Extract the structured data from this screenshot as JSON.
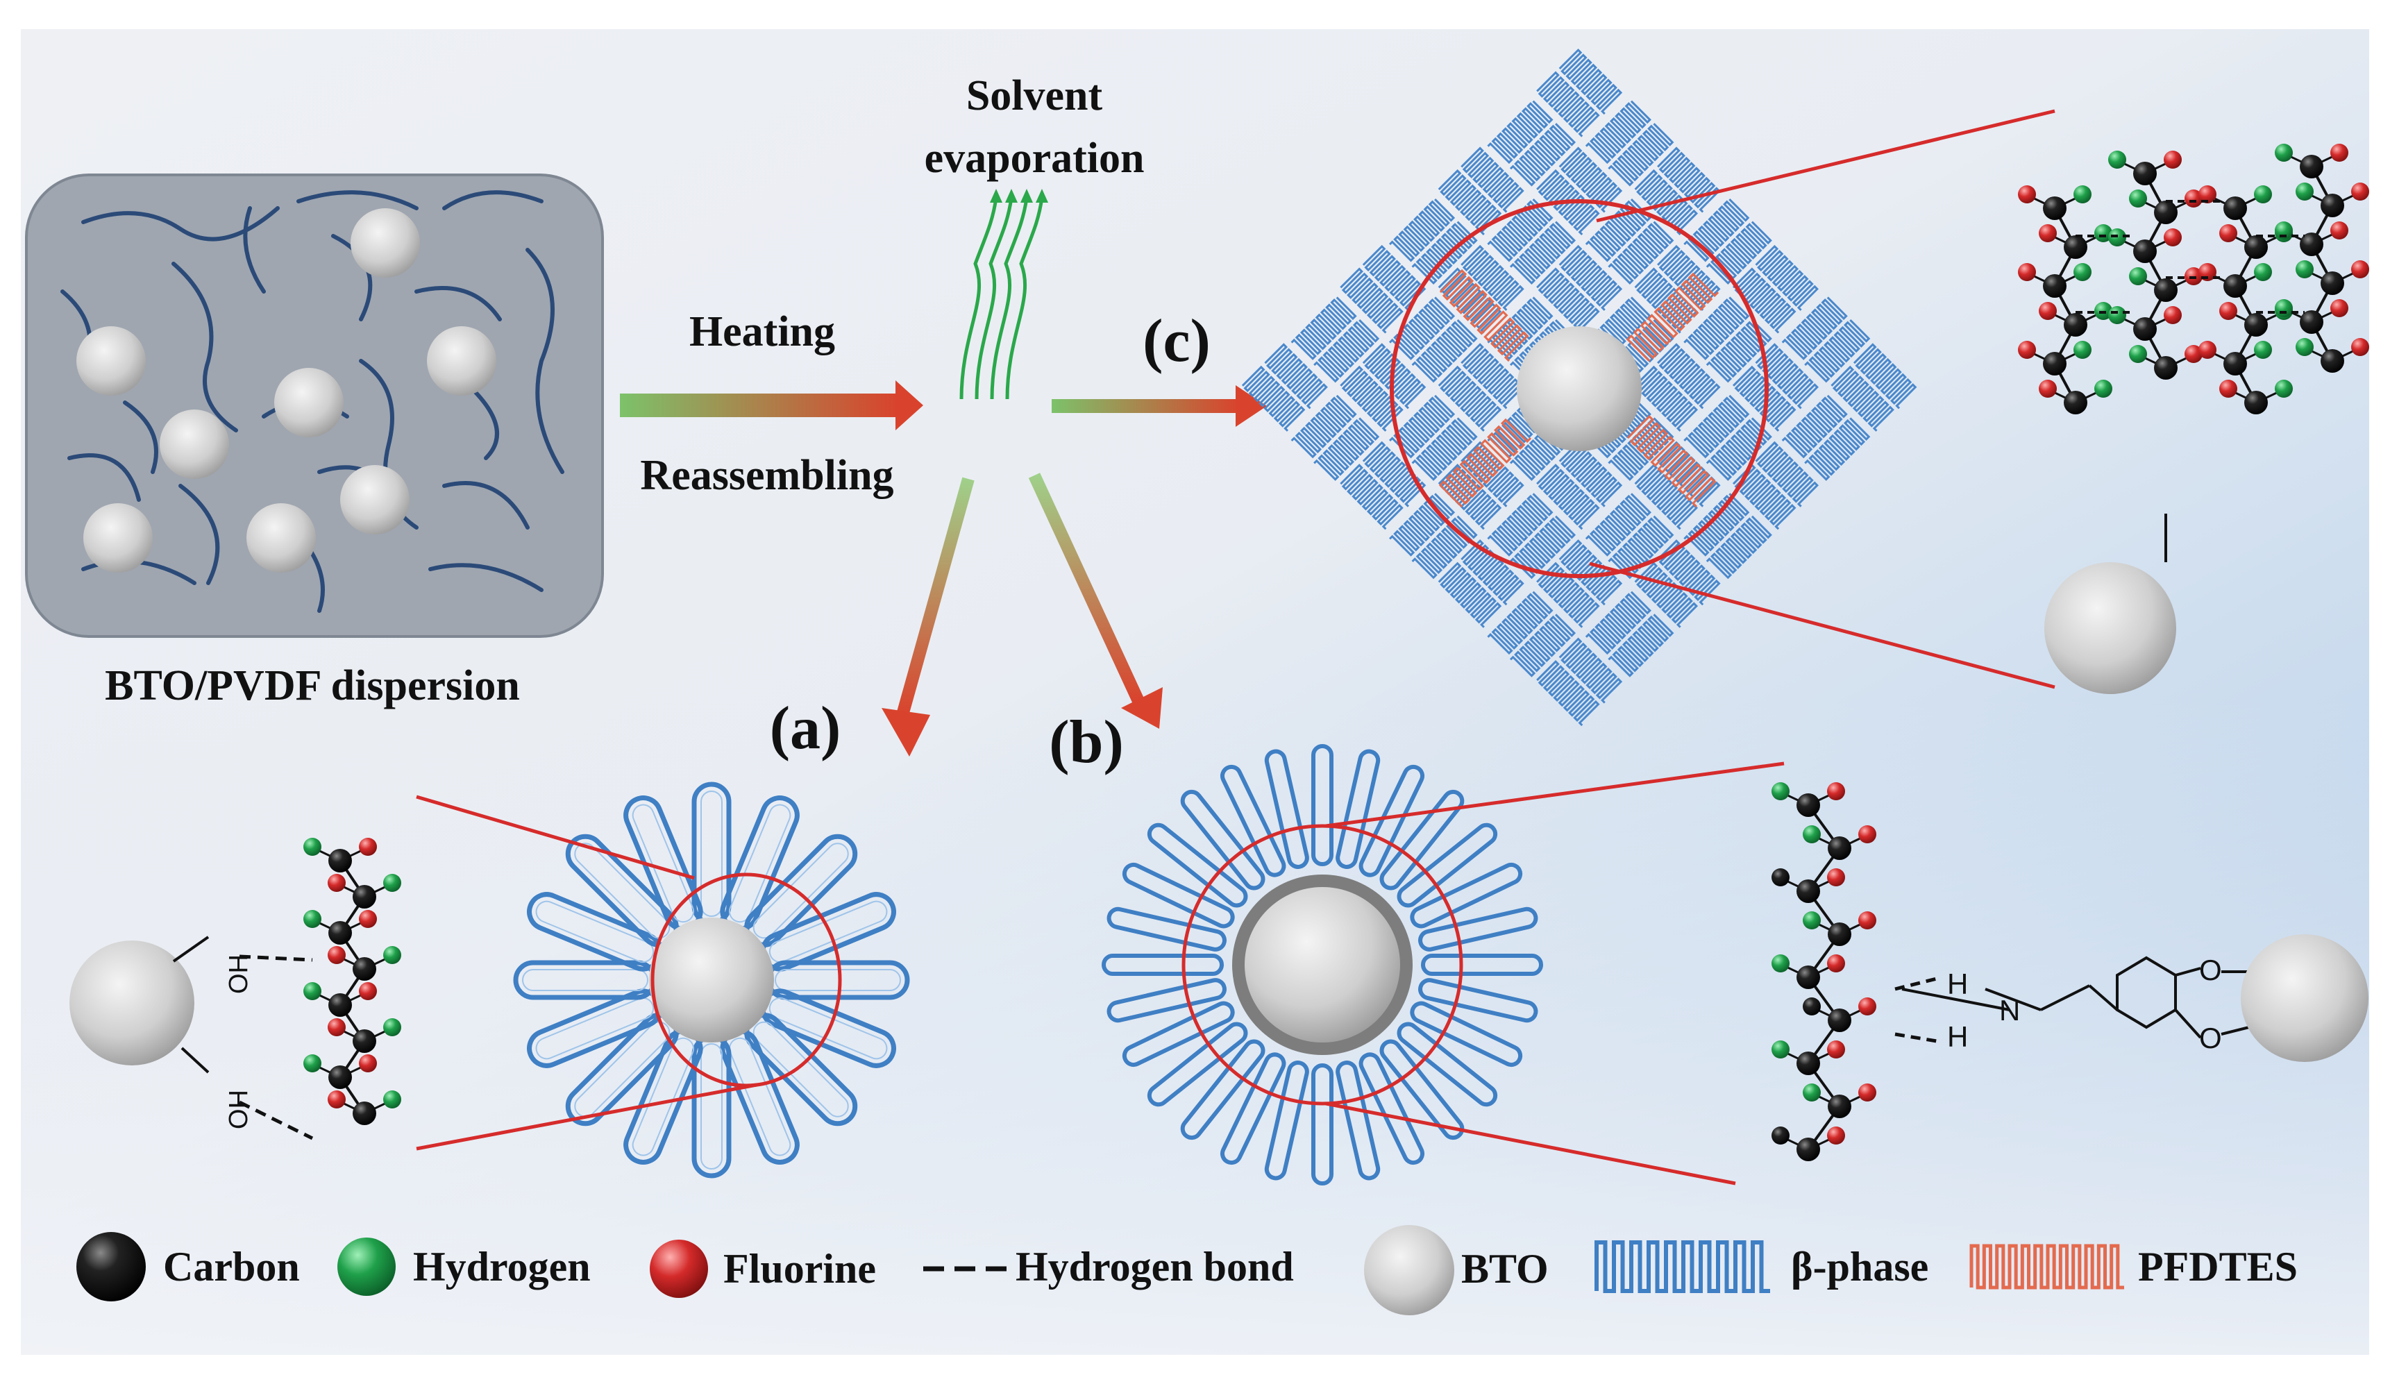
{
  "dispersion_label": "BTO/PVDF dispersion",
  "heating_label": "Heating",
  "reassembling_label": "Reassembling",
  "solvent_label_1": "Solvent",
  "solvent_label_2": "evaporation",
  "panel_a": "(a)",
  "panel_b": "(b)",
  "panel_c": "(c)",
  "chem_oh": "HO",
  "chem_h": "H",
  "chem_n": "N",
  "chem_o": "O",
  "legend": {
    "carbon": "Carbon",
    "hydrogen": "Hydrogen",
    "fluorine": "Fluorine",
    "hbond": "Hydrogen bond",
    "bto": "BTO",
    "beta": "β-phase",
    "pfdtes": "PFDTES"
  },
  "colors": {
    "carbon": "#111111",
    "hydrogen": "#1f9d4a",
    "fluorine": "#d42a2a",
    "beta_phase": "#3f7fc4",
    "pfdtes": "#e46a4e",
    "highlight": "#d62b2b",
    "polymer_chain": "#2b4a78"
  }
}
